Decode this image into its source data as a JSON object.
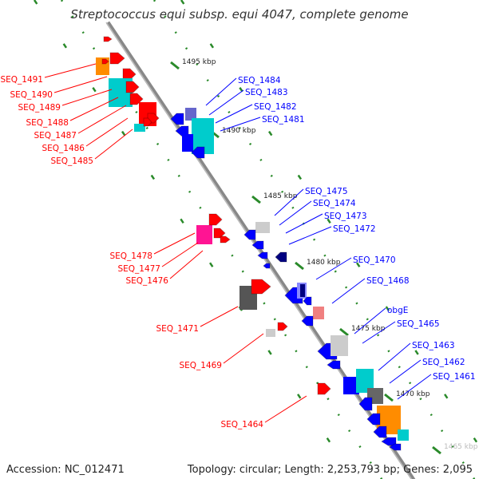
{
  "title": "Streptococcus equi subsp. equi 4047, complete genome",
  "footer": {
    "accession": "Accession: NC_012471",
    "topology": "Topology: circular; Length: 2,253,793 bp; Genes: 2,095"
  },
  "colors": {
    "forward": "#ff0000",
    "reverse": "#0000ff",
    "backbone": "#888888",
    "tick": "#2a8a2a"
  },
  "kbp_labels": [
    "1495 kbp",
    "1490 kbp",
    "1485 kbp",
    "1480 kbp",
    "1475 kbp",
    "1470 kbp",
    "1465 kbp"
  ],
  "forward_genes": [
    "SEQ_1491",
    "SEQ_1490",
    "SEQ_1489",
    "SEQ_1488",
    "SEQ_1487",
    "SEQ_1486",
    "SEQ_1485",
    "SEQ_1478",
    "SEQ_1477",
    "SEQ_1476",
    "SEQ_1471",
    "SEQ_1469",
    "SEQ_1464"
  ],
  "reverse_genes": [
    "SEQ_1484",
    "SEQ_1483",
    "SEQ_1482",
    "SEQ_1481",
    "SEQ_1475",
    "SEQ_1474",
    "SEQ_1473",
    "SEQ_1472",
    "SEQ_1470",
    "SEQ_1468",
    "obgE",
    "SEQ_1465",
    "SEQ_1463",
    "SEQ_1462",
    "SEQ_1461"
  ]
}
